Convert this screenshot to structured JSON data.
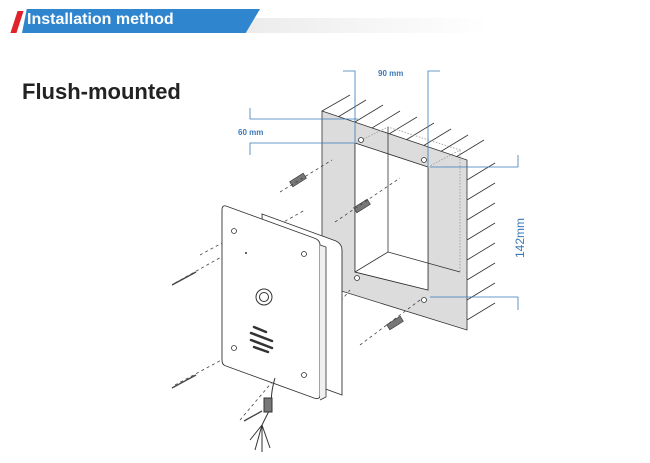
{
  "header": {
    "title": "Installation method",
    "accent_color": "#2f86cf",
    "marker_color": "#e0232b"
  },
  "section": {
    "title": "Flush-mounted"
  },
  "dimensions": {
    "width": "90 mm",
    "depth": "60 mm",
    "height": "142mm"
  }
}
